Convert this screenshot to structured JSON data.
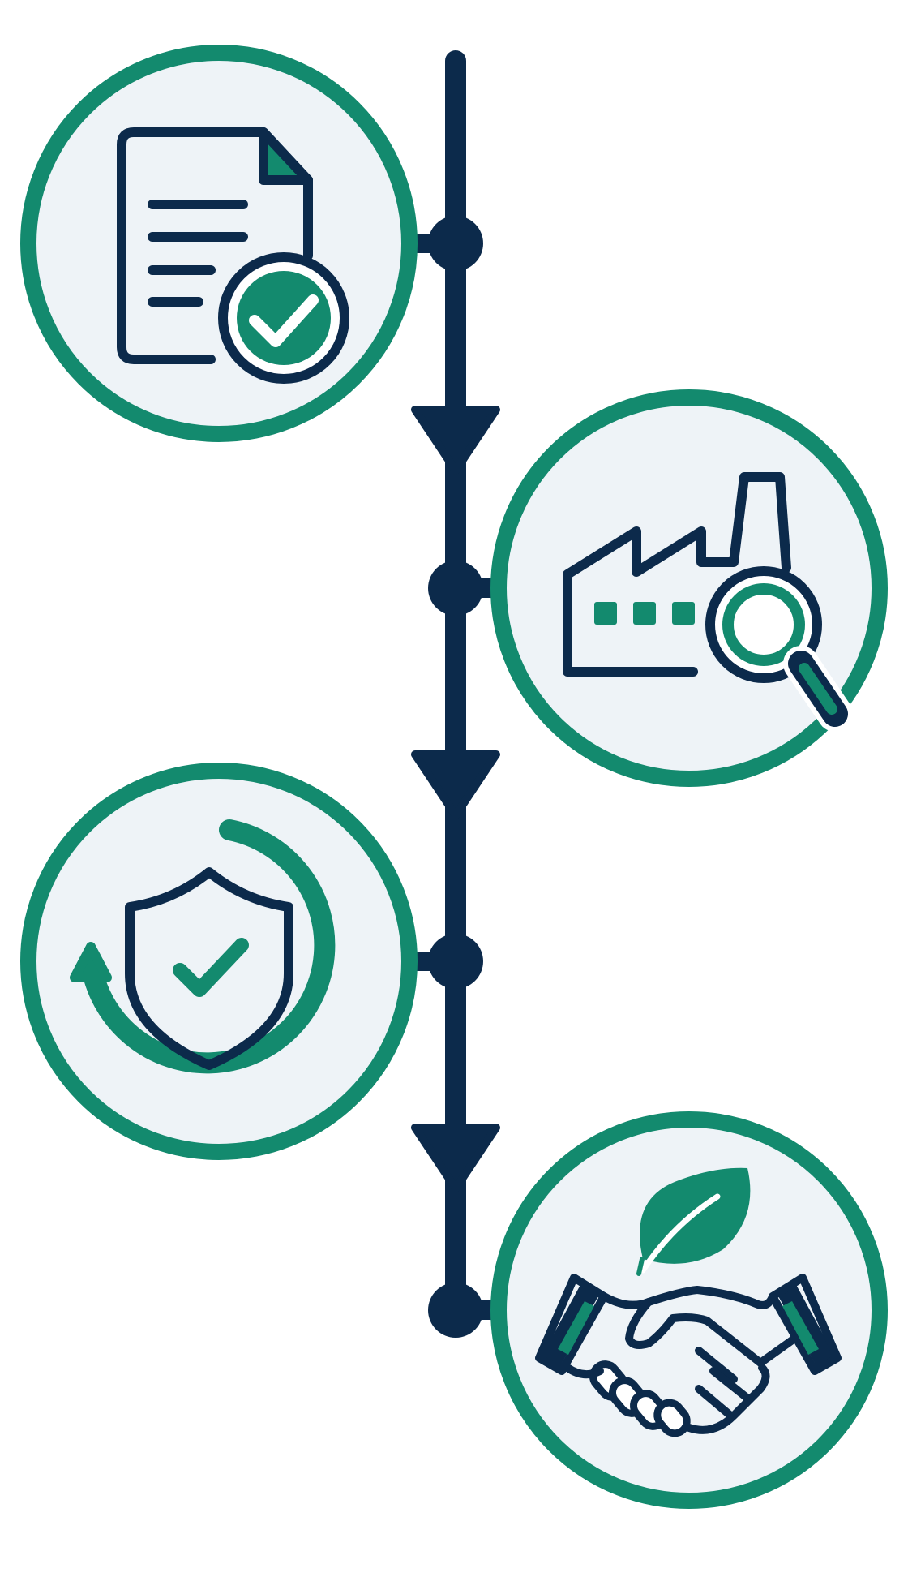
{
  "colors": {
    "navy": "#0c2a4b",
    "green": "#138a6e",
    "circle_fill": "#eef3f7",
    "background": "#ffffff"
  },
  "steps": [
    {
      "icon": "document-check-icon",
      "side": "left"
    },
    {
      "icon": "factory-inspection-icon",
      "side": "right"
    },
    {
      "icon": "shield-renewal-icon",
      "side": "left"
    },
    {
      "icon": "handshake-leaf-icon",
      "side": "right"
    }
  ]
}
